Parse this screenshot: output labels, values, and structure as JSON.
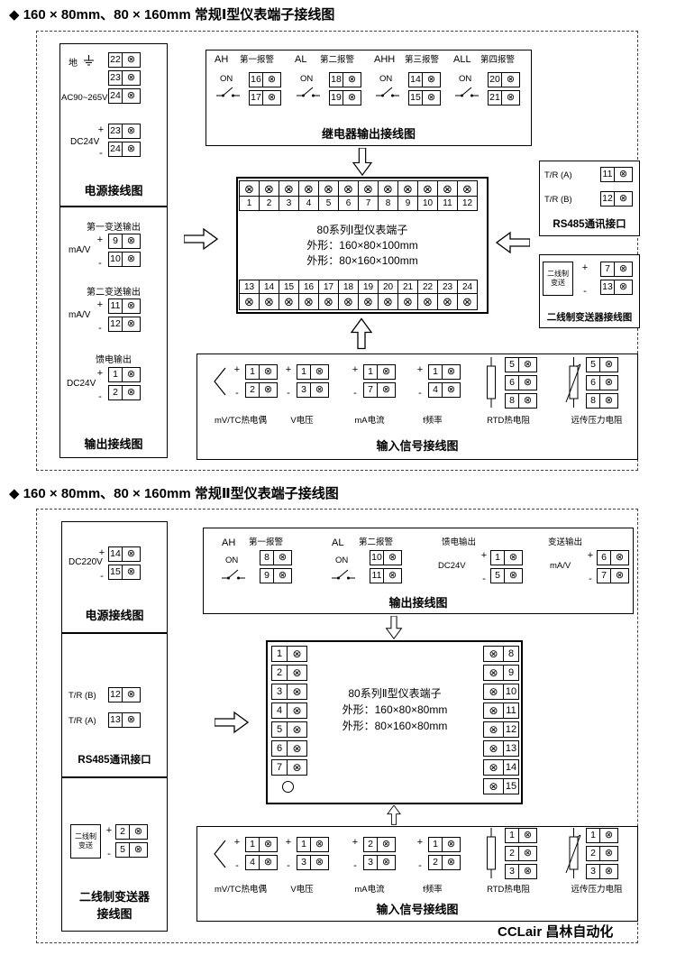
{
  "page": {
    "title1": "◆ 160 × 80mm、80 × 160mm 常规Ⅰ型仪表端子接线图",
    "title2": "◆ 160 × 80mm、80 × 160mm 常规Ⅱ型仪表端子接线图",
    "watermark": "CCLair 昌林自动化"
  },
  "sym": {
    "plus": "+",
    "minus": "-"
  },
  "icons": {
    "screw": "⊗"
  },
  "s1": {
    "power": {
      "title": "电源接线图",
      "ground_label": "地",
      "ac_label": "AC90~265V",
      "ac_terminals": [
        "22",
        "23",
        "24"
      ],
      "dc_label": "DC24V",
      "dc_terminals": [
        "23",
        "24"
      ]
    },
    "output": {
      "title": "输出接线图",
      "groups": [
        {
          "label": "第一变送输出",
          "sub": "mA/V",
          "terminals": [
            "9",
            "10"
          ]
        },
        {
          "label": "第二变送输出",
          "sub": "mA/V",
          "terminals": [
            "11",
            "12"
          ]
        },
        {
          "label": "馈电输出",
          "sub": "DC24V",
          "terminals": [
            "1",
            "2"
          ]
        }
      ]
    },
    "relay": {
      "title": "继电器输出接线图",
      "switch_label": "ON",
      "alarms": [
        {
          "code": "AH",
          "name": "第一报警",
          "terminals": [
            "16",
            "17"
          ]
        },
        {
          "code": "AL",
          "name": "第二报警",
          "terminals": [
            "18",
            "19"
          ]
        },
        {
          "code": "AHH",
          "name": "第三报警",
          "terminals": [
            "14",
            "15"
          ]
        },
        {
          "code": "ALL",
          "name": "第四报警",
          "terminals": [
            "20",
            "21"
          ]
        }
      ]
    },
    "center": {
      "title": "80系列Ⅰ型仪表端子",
      "dim1": "外形：160×80×100mm",
      "dim2": "外形：80×160×100mm",
      "top_terminals": [
        "1",
        "2",
        "3",
        "4",
        "5",
        "6",
        "7",
        "8",
        "9",
        "10",
        "11",
        "12"
      ],
      "bottom_terminals": [
        "13",
        "14",
        "15",
        "16",
        "17",
        "18",
        "19",
        "20",
        "21",
        "22",
        "23",
        "24"
      ]
    },
    "rs485": {
      "title": "RS485通讯接口",
      "rows": [
        {
          "label": "T/R (A)",
          "terminal": "11"
        },
        {
          "label": "T/R (B)",
          "terminal": "12"
        }
      ]
    },
    "transmitter": {
      "title": "二线制变送器接线图",
      "device1": "二线制",
      "device2": "变送",
      "terminals": [
        "7",
        "13"
      ]
    },
    "input": {
      "title": "输入信号接线图",
      "groups": [
        {
          "label": "mV/TC热电偶",
          "terminals": [
            "1",
            "2"
          ]
        },
        {
          "label": "V电压",
          "terminals": [
            "1",
            "3"
          ]
        },
        {
          "label": "mA电流",
          "terminals": [
            "1",
            "7"
          ]
        },
        {
          "label": "f频率",
          "terminals": [
            "1",
            "4"
          ]
        },
        {
          "label": "RTD热电阻",
          "terminals": [
            "5",
            "6",
            "8"
          ]
        },
        {
          "label": "远传压力电阻",
          "terminals": [
            "5",
            "6",
            "8"
          ]
        }
      ]
    }
  },
  "s2": {
    "power": {
      "title": "电源接线图",
      "dc_label": "DC220V",
      "terminals": [
        "14",
        "15"
      ]
    },
    "rs485": {
      "title": "RS485通讯接口",
      "rows": [
        {
          "label": "T/R (B)",
          "terminal": "12"
        },
        {
          "label": "T/R (A)",
          "terminal": "13"
        }
      ]
    },
    "transmitter": {
      "title1": "二线制变送器",
      "title2": "接线图",
      "device1": "二线制",
      "device2": "变送",
      "terminals": [
        "2",
        "5"
      ]
    },
    "output": {
      "title": "输出接线图",
      "switch_label": "ON",
      "alarms": [
        {
          "code": "AH",
          "name": "第一报警",
          "terminals": [
            "8",
            "9"
          ]
        },
        {
          "code": "AL",
          "name": "第二报警",
          "terminals": [
            "10",
            "11"
          ]
        }
      ],
      "feed": {
        "label": "馈电输出",
        "sub": "DC24V",
        "terminals": [
          "1",
          "5"
        ]
      },
      "transmit": {
        "label": "变送输出",
        "sub": "mA/V",
        "terminals": [
          "6",
          "7"
        ]
      }
    },
    "center": {
      "title": "80系列Ⅱ型仪表端子",
      "dim1": "外形：160×80×80mm",
      "dim2": "外形：80×160×80mm",
      "left_terminals": [
        "1",
        "2",
        "3",
        "4",
        "5",
        "6",
        "7"
      ],
      "right_terminals": [
        "8",
        "9",
        "10",
        "11",
        "12",
        "13",
        "14",
        "15"
      ]
    },
    "input": {
      "title": "输入信号接线图",
      "groups": [
        {
          "label": "mV/TC热电偶",
          "terminals": [
            "1",
            "4"
          ]
        },
        {
          "label": "V电压",
          "terminals": [
            "1",
            "3"
          ]
        },
        {
          "label": "mA电流",
          "terminals": [
            "2",
            "3"
          ]
        },
        {
          "label": "f频率",
          "terminals": [
            "1",
            "2"
          ]
        },
        {
          "label": "RTD热电阻",
          "terminals": [
            "1",
            "2",
            "3"
          ]
        },
        {
          "label": "远传压力电阻",
          "terminals": [
            "1",
            "2",
            "3"
          ]
        }
      ]
    }
  }
}
